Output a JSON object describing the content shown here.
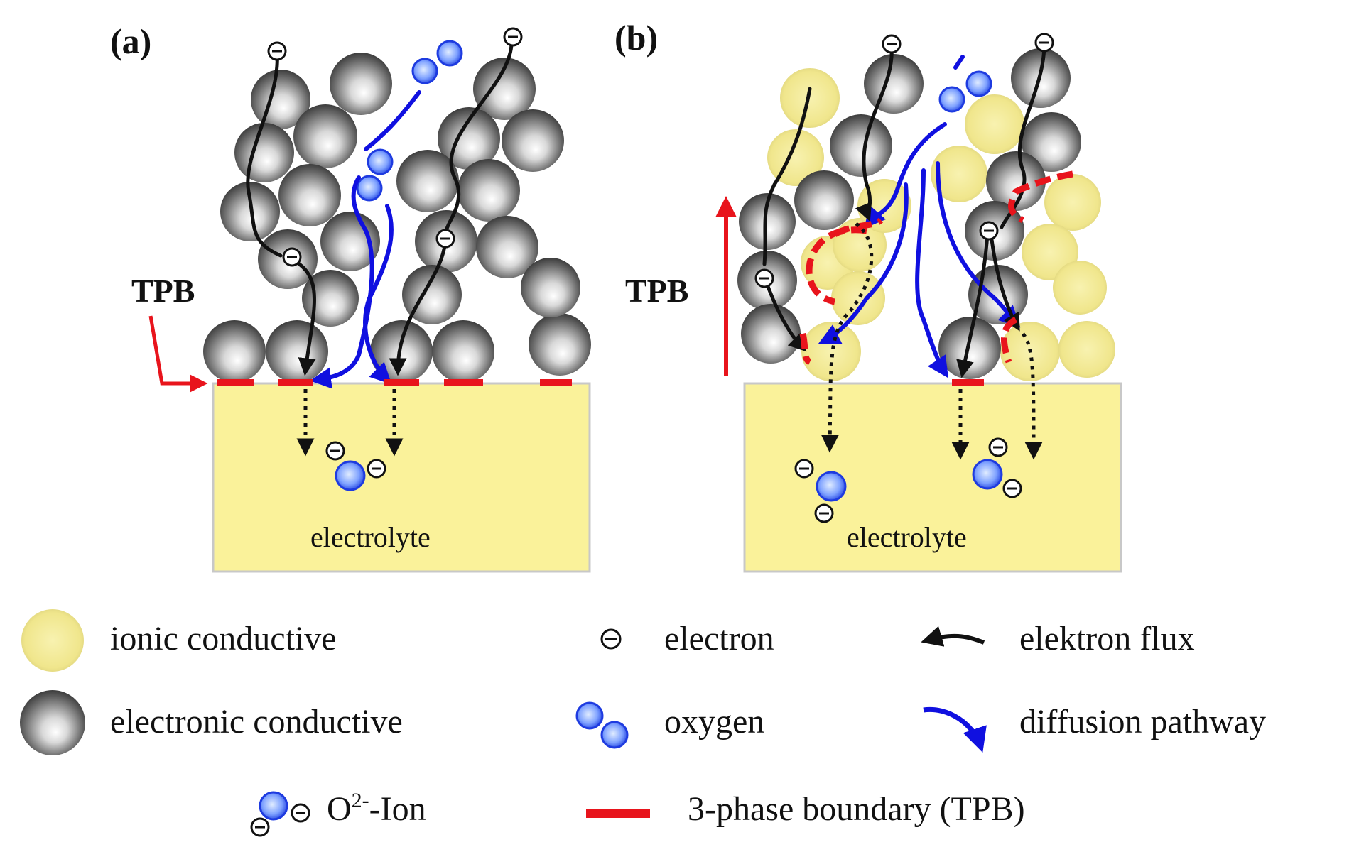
{
  "panels": {
    "a": {
      "label": "(a)",
      "tpb_label": "TPB",
      "electrolyte_label": "electrolyte"
    },
    "b": {
      "label": "(b)",
      "tpb_label": "TPB",
      "electrolyte_label": "electrolyte"
    }
  },
  "legend": {
    "ionic": "ionic conductive",
    "electronic": "electronic conductive",
    "electron": "electron",
    "oxygen": "oxygen",
    "electron_flux": "elektron flux",
    "diffusion": "diffusion pathway",
    "ion_prefix": "O",
    "ion_superscript": "2-",
    "ion_suffix": "-Ion",
    "tpb": "3-phase boundary (TPB)"
  },
  "colors": {
    "electrolyte_fill": "#faf29a",
    "ionic_particle": "#f4eca0",
    "electron_path": "#111111",
    "diffusion_path": "#1010e0",
    "tpb_marker": "#e8141c",
    "oxygen_atom": "#3a5cf0"
  },
  "icons": [
    "electron-icon",
    "oxygen-icon",
    "o2-ion-icon"
  ]
}
